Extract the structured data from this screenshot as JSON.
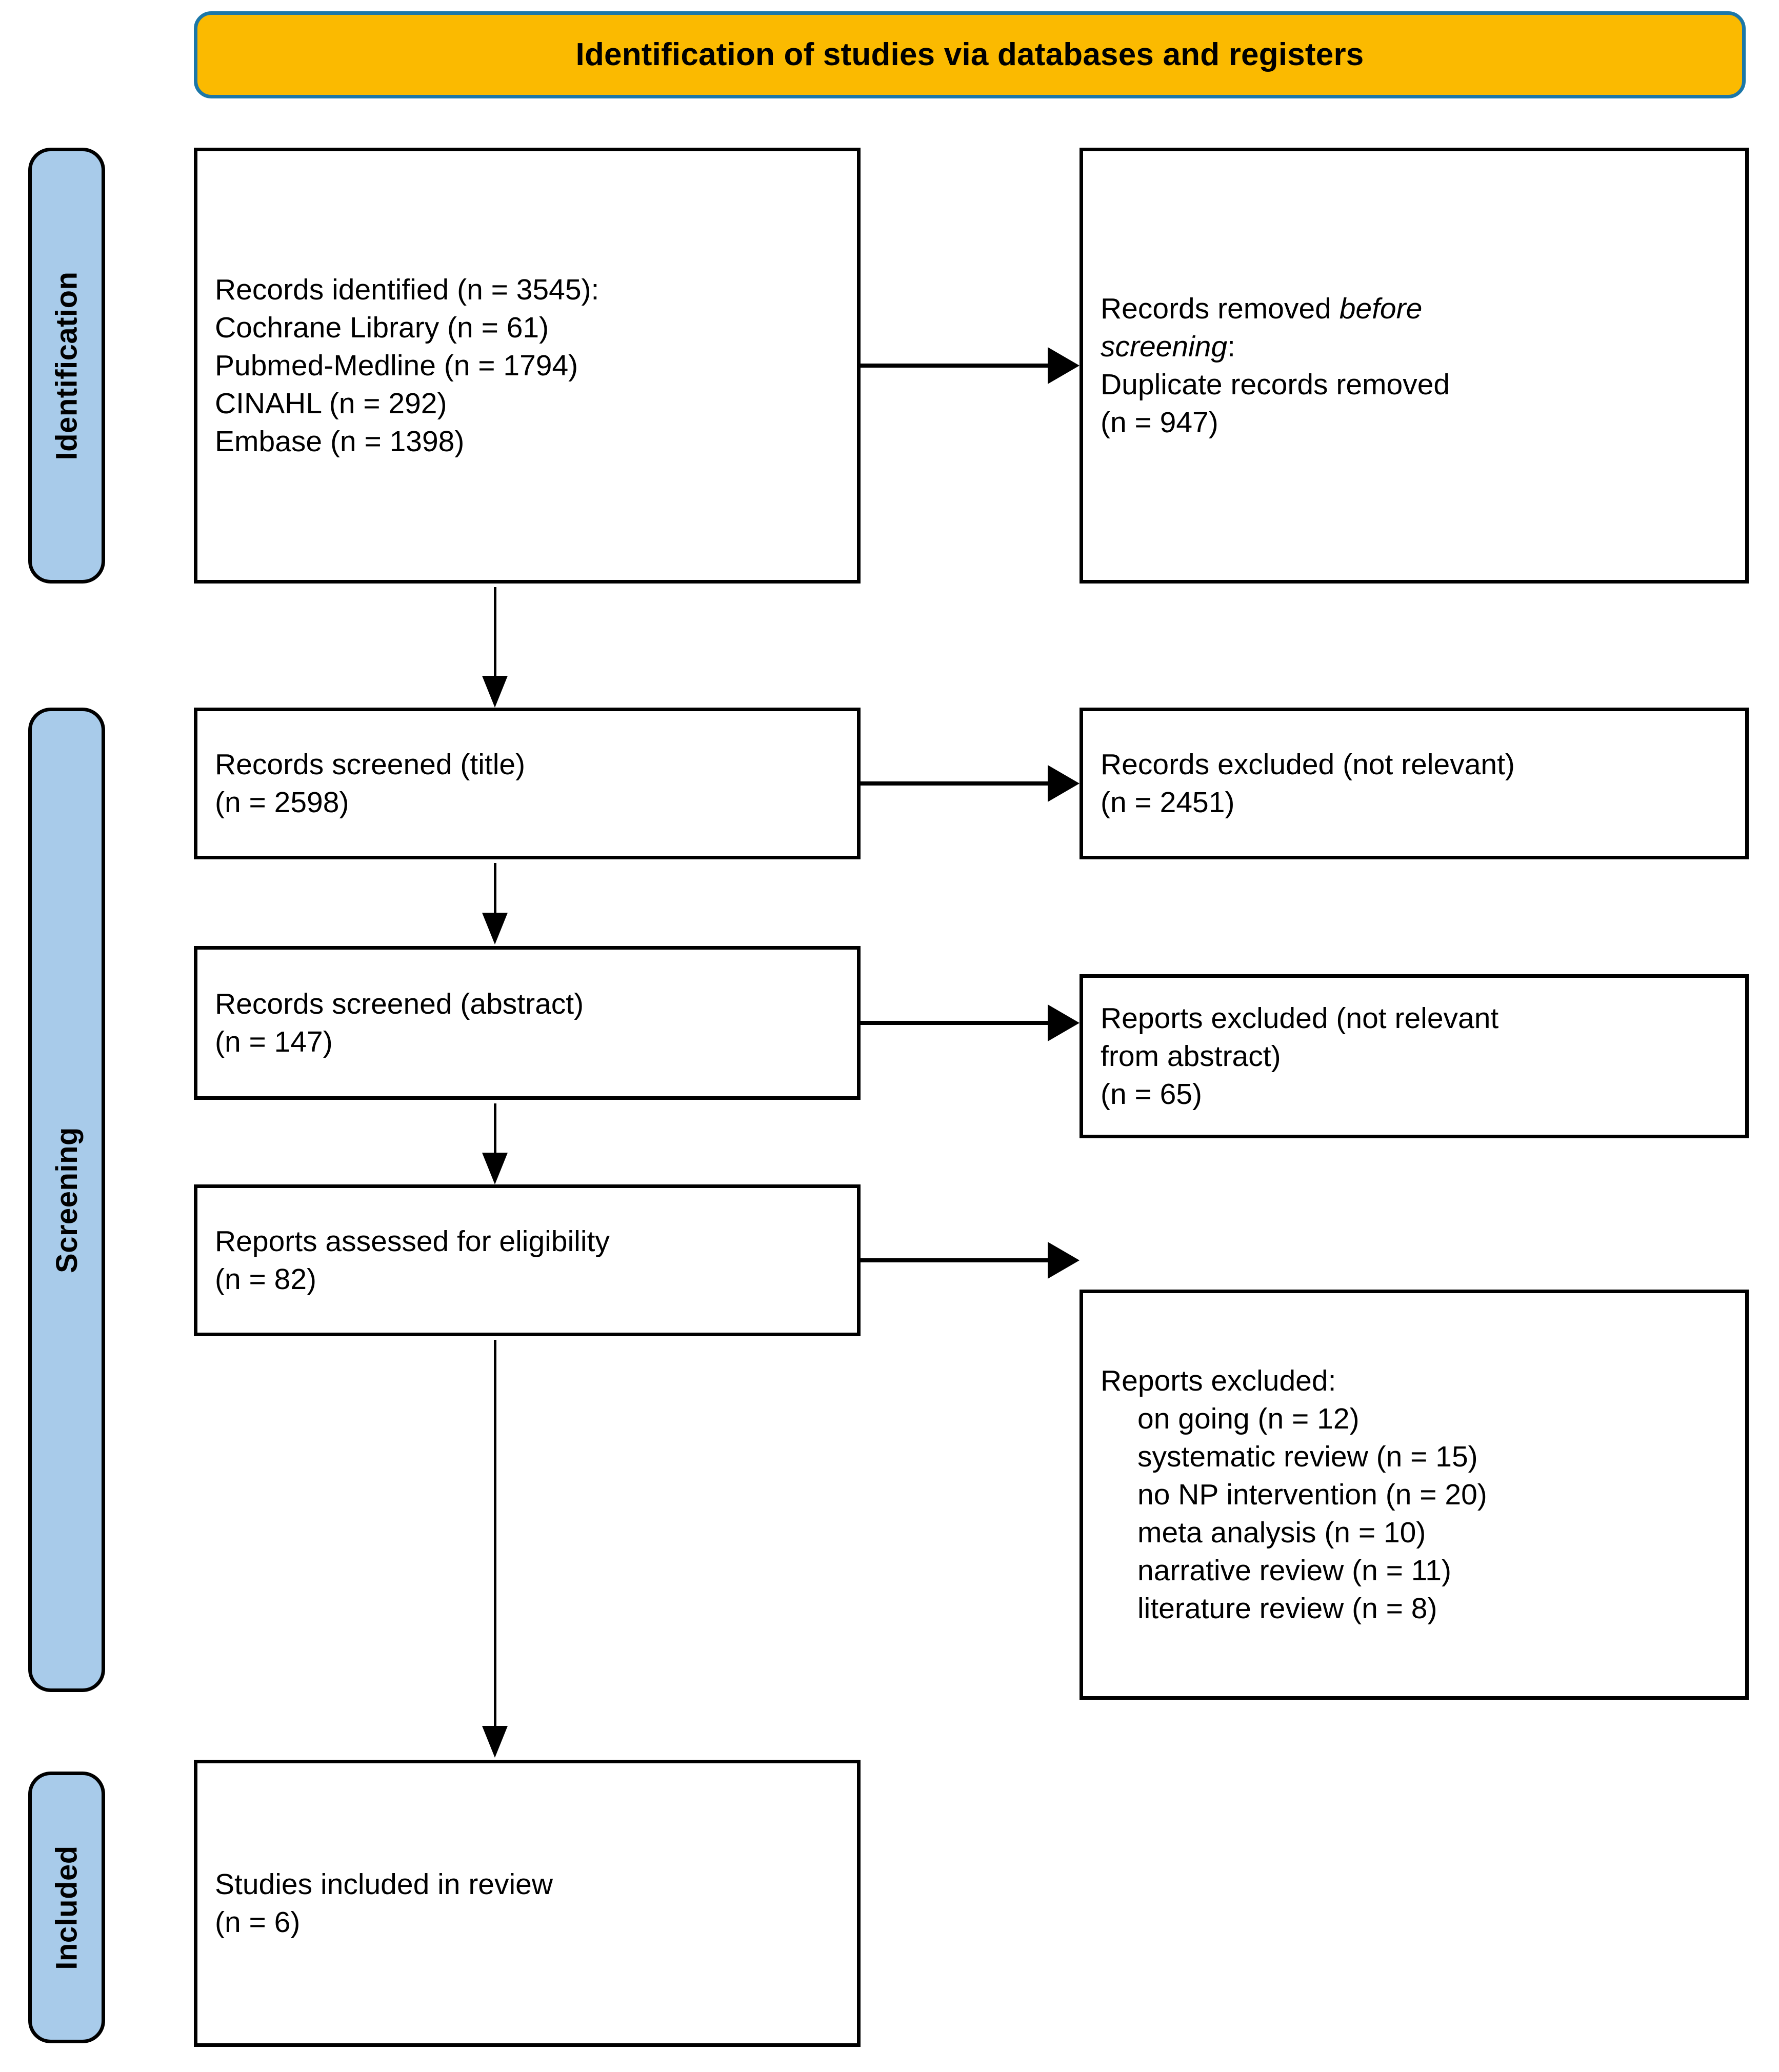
{
  "diagram": {
    "type": "prisma-flow-diagram",
    "banner": {
      "title": "Identification of studies via databases and registers"
    },
    "stages": [
      {
        "key": "identification",
        "label": "Identification"
      },
      {
        "key": "screening",
        "label": "Screening"
      },
      {
        "key": "included",
        "label": "Included"
      }
    ],
    "boxes": {
      "records_identified": {
        "lines": [
          "Records identified (n = 3545):",
          "Cochrane Library (n = 61)",
          "Pubmed-Medline (n = 1794)",
          "CINAHL (n = 292)",
          "Embase (n = 1398)"
        ]
      },
      "records_removed": {
        "line1_plain": "Records removed ",
        "line1_italic": "before",
        "line2_italic": "screening",
        "line2_plain": ":",
        "line3": "Duplicate records removed",
        "line4": "(n = 947)"
      },
      "records_screened_title": {
        "lines": [
          "Records screened (title)",
          "(n = 2598)"
        ]
      },
      "records_excluded_title": {
        "lines": [
          "Records excluded (not relevant)",
          "(n = 2451)"
        ]
      },
      "records_screened_abstract": {
        "lines": [
          "Records screened (abstract)",
          "(n = 147)"
        ]
      },
      "reports_excluded_abstract": {
        "lines": [
          "Reports excluded (not relevant",
          "from abstract)",
          "(n = 65)"
        ]
      },
      "reports_assessed": {
        "lines": [
          "Reports assessed for eligibility",
          "(n = 82)"
        ]
      },
      "reports_excluded": {
        "heading": "Reports excluded:",
        "reasons": [
          "on going (n = 12)",
          "systematic review (n = 15)",
          "no NP intervention (n = 20)",
          "meta analysis (n = 10)",
          "narrative review (n = 11)",
          "literature review (n = 8)"
        ]
      },
      "studies_included": {
        "lines": [
          "Studies included in review",
          "(n = 6)"
        ]
      }
    },
    "counts": {
      "records_identified_total": 3545,
      "cochrane_library": 61,
      "pubmed_medline": 1794,
      "cinahl": 292,
      "embase": 1398,
      "duplicates_removed": 947,
      "screened_title": 2598,
      "excluded_title": 2451,
      "screened_abstract": 147,
      "excluded_abstract": 65,
      "assessed_eligibility": 82,
      "excluded_on_going": 12,
      "excluded_systematic_review": 15,
      "excluded_no_np_intervention": 20,
      "excluded_meta_analysis": 10,
      "excluded_narrative_review": 11,
      "excluded_literature_review": 8,
      "studies_included": 6
    },
    "colors": {
      "banner_fill": "#FBBA00",
      "banner_border": "#1C77A8",
      "stage_fill": "#A8CBEA",
      "stage_border": "#000000",
      "box_border": "#000000",
      "box_fill": "#FFFFFF",
      "text": "#000000",
      "background": "#FFFFFF"
    }
  }
}
